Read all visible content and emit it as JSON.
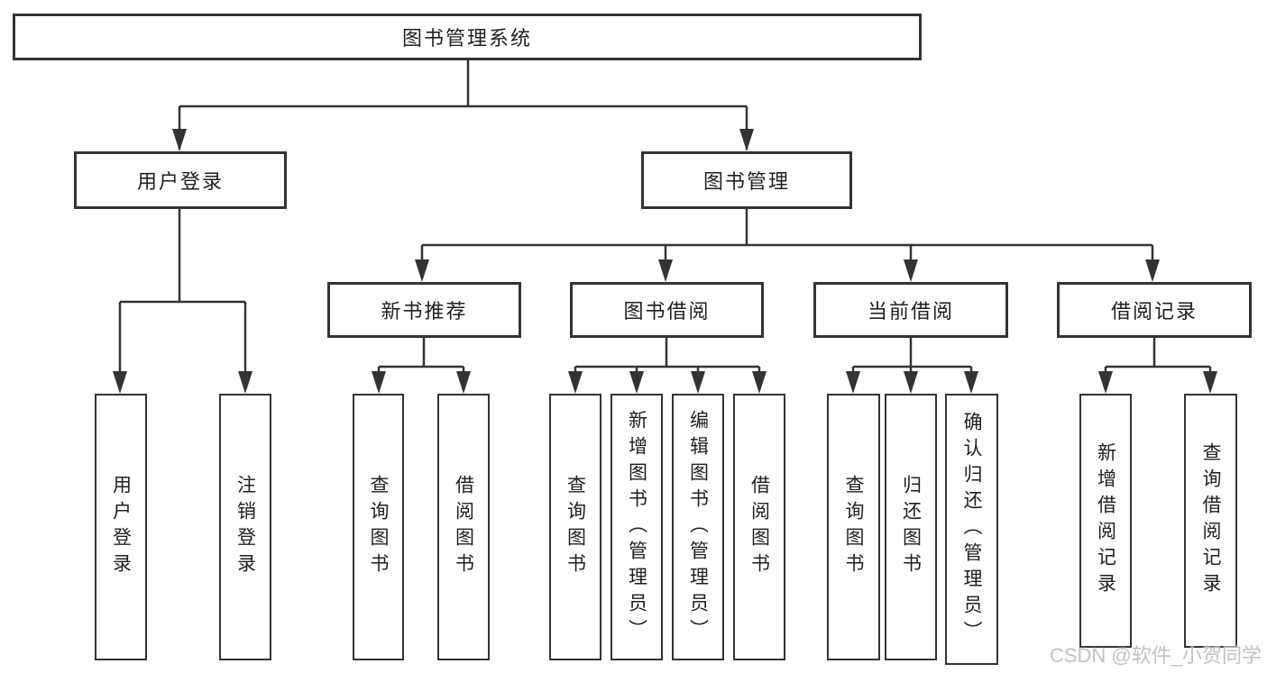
{
  "diagram_title": "图书管理系统",
  "nodes": {
    "root": {
      "label": "图书管理系统"
    },
    "user_login": {
      "label": "用户登录"
    },
    "book_management": {
      "label": "图书管理"
    },
    "new_book_recommend": {
      "label": "新书推荐"
    },
    "book_borrow": {
      "label": "图书借阅"
    },
    "current_borrow": {
      "label": "当前借阅"
    },
    "borrow_records": {
      "label": "借阅记录"
    },
    "login_leaf": {
      "label": "用户登录"
    },
    "logout_leaf": {
      "label": "注销登录"
    },
    "recommend_query_book": {
      "label": "查询图书"
    },
    "recommend_borrow_book": {
      "label": "借阅图书"
    },
    "borrow_query_book": {
      "label": "查询图书"
    },
    "borrow_add_book": {
      "label": "新增图书（管理员）"
    },
    "borrow_edit_book": {
      "label": "编辑图书（管理员）"
    },
    "borrow_borrow_book": {
      "label": "借阅图书"
    },
    "current_query_book": {
      "label": "查询图书"
    },
    "current_return_book": {
      "label": "归还图书"
    },
    "current_confirm_return": {
      "label": "确认归还（管理员）"
    },
    "records_add_record": {
      "label": "新增借阅记录"
    },
    "records_query_record": {
      "label": "查询借阅记录"
    }
  },
  "hierarchy": {
    "图书管理系统": [
      "用户登录",
      "图书管理"
    ],
    "用户登录": [
      "用户登录",
      "注销登录"
    ],
    "图书管理": [
      "新书推荐",
      "图书借阅",
      "当前借阅",
      "借阅记录"
    ],
    "新书推荐": [
      "查询图书",
      "借阅图书"
    ],
    "图书借阅": [
      "查询图书",
      "新增图书（管理员）",
      "编辑图书（管理员）",
      "借阅图书"
    ],
    "当前借阅": [
      "查询图书",
      "归还图书",
      "确认归还（管理员）"
    ],
    "借阅记录": [
      "新增借阅记录",
      "查询借阅记录"
    ]
  },
  "watermark": {
    "text": "CSDN @软件_小贺同学"
  },
  "colors": {
    "line": "#333333",
    "text": "#1f1f1f",
    "box_background": "#ffffff",
    "watermark": "#b2b7c1"
  }
}
